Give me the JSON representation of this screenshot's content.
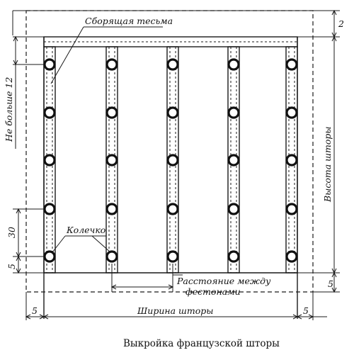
{
  "labels": {
    "tape": "Сборящая тесьма",
    "ring": "Колечко",
    "not_more": "Не больше 12",
    "height": "Высота шторы",
    "width": "Ширина шторы",
    "spacing_line1": "Расстояние между",
    "spacing_line2": "фестонами"
  },
  "dims": {
    "top_2": "2",
    "left_30": "30",
    "left_5": "5",
    "right_5": "5",
    "bottom_left_5": "5",
    "bottom_right_5": "5"
  },
  "caption": "Выкройка французской шторы"
}
